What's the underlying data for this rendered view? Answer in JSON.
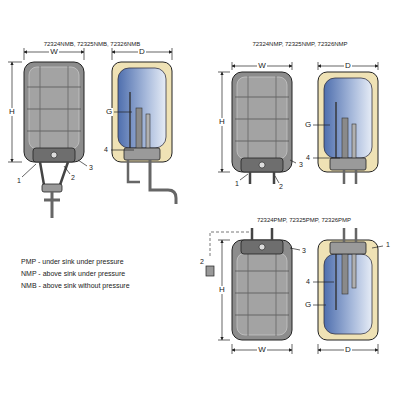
{
  "diagram": {
    "labels": [
      "72324NMB, 72325NMB, 72326NMB",
      "W",
      "D",
      "H",
      "G",
      "4",
      "1",
      "2",
      "3",
      "72324NMP, 72325NMP, 72326NMP",
      "W",
      "D",
      "H",
      "G",
      "4",
      "1",
      "2",
      "3",
      "72324PMP, 72325PMP, 72326PMP",
      "2",
      "3",
      "1",
      "H",
      "4",
      "G",
      "W",
      "D",
      "PMP - under sink under pressure",
      "NMP - above sink under pressure",
      "NMB - above sink without pressure"
    ]
  }
}
